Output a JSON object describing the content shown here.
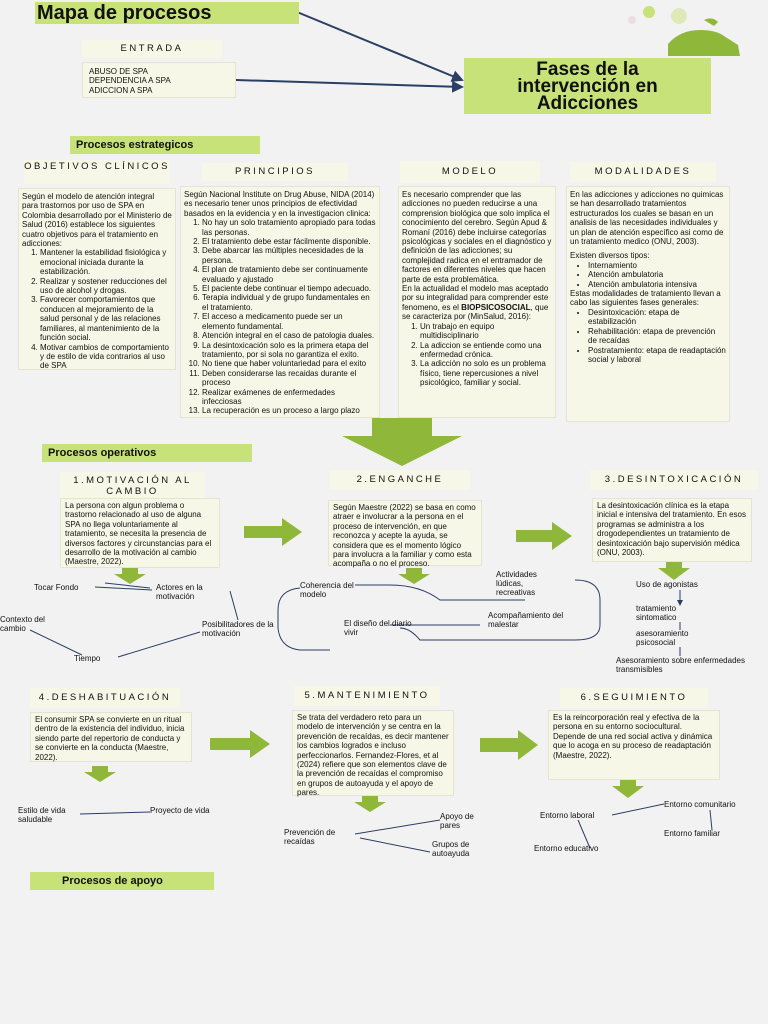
{
  "title": "Mapa de procesos",
  "main_title": [
    "Fases de la",
    "intervención en",
    "Adicciones"
  ],
  "entrada": {
    "header": "ENTRADA",
    "items": [
      "ABUSO DE SPA",
      "DEPENDENCIA A SPA",
      "ADICCION A SPA"
    ]
  },
  "strategic": {
    "label": "Procesos estrategicos",
    "objetivos": {
      "header": "OBJETIVOS CLÍNICOS",
      "intro": "Según el modelo de atención integral para trastornos por uso de SPA en Colombia desarrollado por el Ministerio de Salud (2016) establece los siguientes cuatro objetivos para el tratamiento en adicciones:",
      "items": [
        "Mantener la estabilidad fisiológica y emocional iniciada durante la estabilización.",
        "Realizar y sostener reducciones del uso de alcohol y drogas.",
        "Favorecer comportamientos que conducen al mejoramiento de la salud personal y de las relaciones familiares, al mantenimiento de la función social.",
        "Motivar cambios de comportamiento y de estilo de vida contrarios al uso de SPA"
      ]
    },
    "principios": {
      "header": "PRINCIPIOS",
      "intro": "Según Nacional Institute on Drug Abuse, NIDA (2014) es necesario tener unos principios de efectividad basados en la evidencia y en la investigacion clinica:",
      "items": [
        "No hay un solo tratamiento apropiado para todas las personas.",
        "El tratamiento debe estar fácilmente disponible.",
        "Debe abarcar las múltiples necesidades de la persona.",
        "El plan de tratamiento debe ser continuamente evaluado y ajustado",
        "El paciente debe continuar el tiempo adecuado.",
        "Terapia individual y de grupo fundamentales en el tratamiento.",
        "El acceso a medicamento puede ser un elemento fundamental.",
        "Atención integral en el caso de patologia duales.",
        "La desintoxicación solo es la primera etapa del tratamiento, por si sola no garantiza el exito.",
        "No tiene que haber voluntariedad para el exito",
        "Deben considerarse las recaidas durante el proceso",
        "Realizar exámenes de enfermedades infecciosas",
        "La recuperación es un proceso a largo plazo"
      ]
    },
    "modelo": {
      "header": "MODELO",
      "p1": "Es necesario comprender que las adicciones no pueden reducirse a una comprension biológica que solo implica el conocimiento del cerebro. Según Apud & Romaní (2016) debe incluirse categorías psicológicas y sociales en el diagnóstico y definición de las adicciones; su complejidad radica en el entramador de factores en diferentes niveles que hacen parte de esta problemática.",
      "p2a": "En la actualidad el modelo mas aceptado por su integralidad para comprender este fenomeno, es el",
      "p2b": "BIOPSICOSOCIAL",
      "p2c": ", que se caracteriza por (MinSalud, 2016):",
      "items": [
        "Un trabajo en equipo multidisciplinario",
        "La adiccion se entiende como una enfermedad crónica.",
        "La adicción no solo es un problema físico, tiene repercusiones a nivel psicológico, familiar y social."
      ]
    },
    "modalidades": {
      "header": "MODALIDADES",
      "p1": "En las adicciones y adicciones no quimicas se han desarrollado tratamientos estructurados los cuales se basan en un analisis de las necesidades individuales y un plan de atención específico asi como de un tratamiento medico (ONU, 2003).",
      "p2": "Existen diversos tipos:",
      "types": [
        "Internamiento",
        "Atención ambulatoria",
        "Atención ambulatoria intensiva"
      ],
      "p3": "Estas modalidades de tratamiento llevan a cabo las siguientes fases generales:",
      "phases": [
        "Desintoxicación: etapa de estabilización",
        "Rehabilitación: etapa de prevención de recaídas",
        "Postratamiento: etapa de readaptación social y laboral"
      ]
    }
  },
  "operative": {
    "label": "Procesos operativos",
    "motivacion": {
      "header": "1.MOTIVACIÓN AL CAMBIO",
      "text": "La persona con algun problema o trastorno relacionado al uso de alguna SPA no llega voluntariamente al tratamiento, se necesita la presencia de diversos factores y circunstancias para el desarrollo de la motivación al cambio (Maestre, 2022).",
      "nodes": [
        "Tocar Fondo",
        "Actores en la motivación",
        "Contexto del cambio",
        "Posibilitadores de la motivación",
        "Tiempo"
      ]
    },
    "enganche": {
      "header": "2.ENGANCHE",
      "text": "Según Maestre (2022) se basa en como atraer e involucrar a la persona en el proceso de intervención, en que reconozca y acepte la ayuda, se considera que es el momento lógico para involucra a la familiar y como esta acompaña o no el proceso.",
      "nodes": [
        "Coherencia del modelo",
        "Actividades lúdicas, recreativas",
        "El diseño del diario vivir",
        "Acompañamiento del malestar"
      ]
    },
    "desintoxicacion": {
      "header": "3.DESINTOXICACIÓN",
      "text": "La desintoxicación clínica es la etapa inicial e intensiva del tratamiento. En esos programas se administra a los drogodependientes un tratamiento de desintoxicación bajo supervisión médica (ONU, 2003).",
      "nodes": [
        "Uso de agonistas",
        "tratamiento sintomatico",
        "asesoramiento psicosocial",
        "Asesoramiento sobre enfermedades transmisibles"
      ]
    },
    "deshabituacion": {
      "header": "4.DESHABITUACIÓN",
      "text": "El consumir SPA se convierte en un ritual dentro de la existencia del individuo, inicia siendo parte del repertorio de conducta y se convierte en la conducta (Maestre, 2022).",
      "nodes": [
        "Estilo de vida saludable",
        "Proyecto de vida"
      ]
    },
    "mantenimiento": {
      "header": "5.MANTENIMIENTO",
      "text": "Se trata del verdadero reto para un modelo de intervención y se centra en la prevención de recaídas, es decir mantener los cambios logrados e incluso perfeccionarlos. Fernandez-Flores, et al (2024) refiere que son elementos clave de la prevención de recaídas el compromiso en grupos de autoayuda y el apoyo de pares.",
      "nodes": [
        "Prevención de recaídas",
        "Apoyo de pares",
        "Grupos de autoayuda"
      ]
    },
    "seguimiento": {
      "header": "6.SEGUIMIENTO",
      "text": "Es la reincorporación real y efectiva de la persona en su entorno sociocultural. Depende de una red social activa y dinámica que lo acoga en su proceso de readaptación (Maestre, 2022).",
      "nodes": [
        "Entorno laboral",
        "Entorno comunitario",
        "Entorno familiar",
        "Entorno educativo"
      ]
    }
  },
  "support": {
    "label": "Procesos de apoyo"
  },
  "colors": {
    "accent": "#c8e27a",
    "arrow": "#8fb83a",
    "box": "#f7f7e8",
    "line": "#2b3e63"
  }
}
